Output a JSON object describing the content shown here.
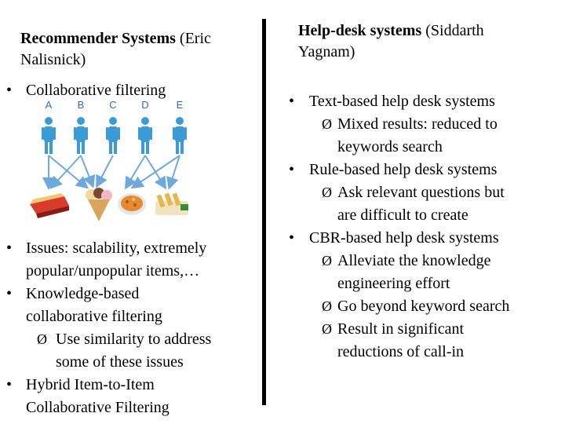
{
  "left": {
    "heading_bold": "Recommender Systems",
    "heading_rest": " (Eric",
    "heading_line2": "Nalisnick)",
    "bullet1": "Collaborative filtering",
    "users": [
      "A",
      "B",
      "C",
      "D",
      "E"
    ],
    "issues_line1": "Issues: scalability, extremely",
    "issues_line2": "popular/unpopular items,…",
    "kb_line1": "Knowledge-based",
    "kb_line2": "collaborative filtering",
    "kb_sub_line1": "Use similarity to address",
    "kb_sub_line2": "some of these issues",
    "hybrid_line1": "Hybrid Item-to-Item",
    "hybrid_line2": "Collaborative Filtering"
  },
  "right": {
    "heading_bold": "Help-desk systems",
    "heading_rest": " (Siddarth",
    "heading_line2": "Yagnam)",
    "text_based": "Text-based help desk systems",
    "text_sub_line1": "Mixed results: reduced to",
    "text_sub_line2": "keywords search",
    "rule_based": "Rule-based help desk systems",
    "rule_sub_line1": "Ask relevant questions but",
    "rule_sub_line2": "are difficult to create",
    "cbr_based": "CBR-based help desk systems",
    "cbr_sub1_line1": "Alleviate the knowledge",
    "cbr_sub1_line2": "engineering effort",
    "cbr_sub2": "Go beyond keyword search",
    "cbr_sub3_line1": "Result in significant",
    "cbr_sub3_line2": "reductions of call-in"
  },
  "bullet_symbol": "•",
  "arrow_symbol": "Ø",
  "colors": {
    "person": "#3a9bd5",
    "arrow": "#6fa8dc",
    "label": "#2f6db5"
  }
}
